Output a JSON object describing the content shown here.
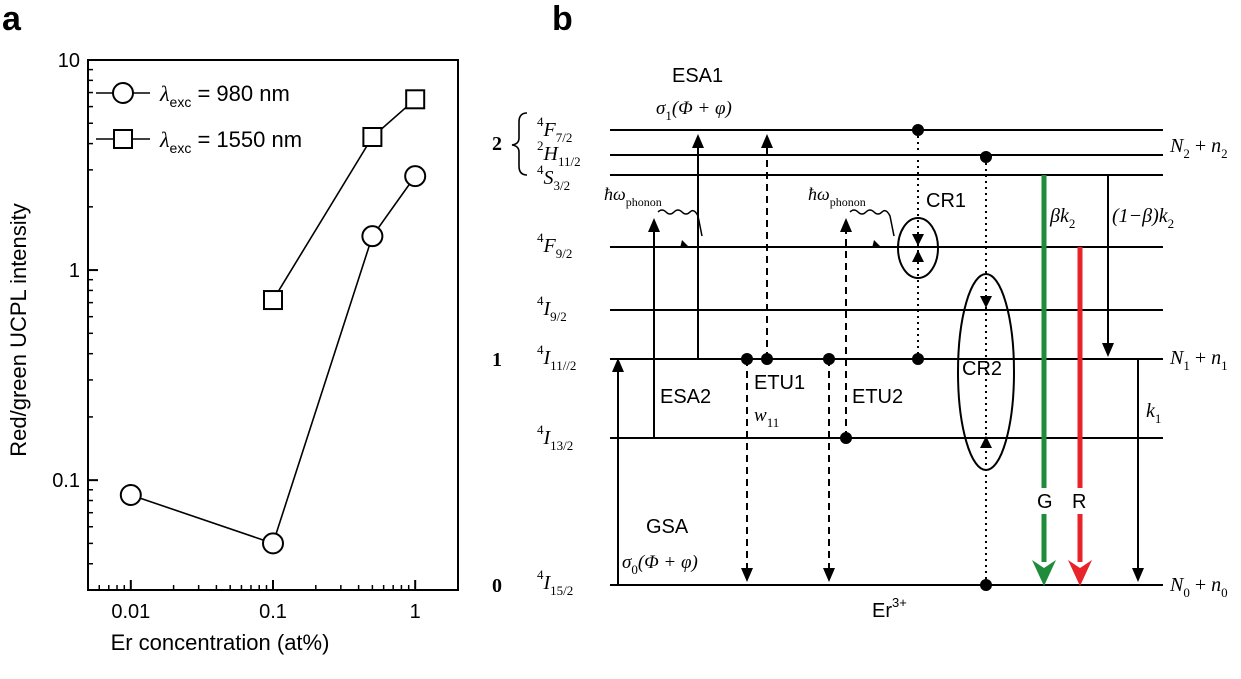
{
  "panels": {
    "a": "a",
    "b": "b"
  },
  "chart_data": {
    "type": "scatter",
    "title": "",
    "xlabel": "Er concentration (at%)",
    "ylabel": "Red/green UCPL intensity",
    "x_scale": "log",
    "y_scale": "log",
    "xlim": [
      0.005,
      2.0
    ],
    "ylim": [
      0.03,
      10
    ],
    "x_ticks": [
      0.01,
      0.1,
      1
    ],
    "x_tick_labels": [
      "0.01",
      "0.1",
      "1"
    ],
    "y_ticks": [
      0.1,
      1,
      10
    ],
    "y_tick_labels": [
      "0.1",
      "1",
      "10"
    ],
    "grid": false,
    "legend_position": "top-left",
    "series": [
      {
        "name_prefix": "λ",
        "name_sub": "exc",
        "name_suffix": " = 980 nm",
        "marker": "circle",
        "x": [
          0.01,
          0.1,
          0.5,
          1.0
        ],
        "y": [
          0.085,
          0.05,
          1.45,
          2.8
        ]
      },
      {
        "name_prefix": "λ",
        "name_sub": "exc",
        "name_suffix": " = 1550 nm",
        "marker": "square",
        "x": [
          0.1,
          0.5,
          1.0
        ],
        "y": [
          0.72,
          4.3,
          6.5
        ]
      }
    ]
  },
  "diagram": {
    "levels": [
      {
        "id": "F72",
        "sup": "4",
        "base": "F",
        "sub": "7/2"
      },
      {
        "id": "H112",
        "sup": "2",
        "base": "H",
        "sub": "11/2"
      },
      {
        "id": "S32",
        "sup": "4",
        "base": "S",
        "sub": "3/2"
      },
      {
        "id": "F92",
        "sup": "4",
        "base": "F",
        "sub": "9/2"
      },
      {
        "id": "I92",
        "sup": "4",
        "base": "I",
        "sub": "9/2"
      },
      {
        "id": "I112",
        "sup": "4",
        "base": "I",
        "sub": "11//2"
      },
      {
        "id": "I132",
        "sup": "4",
        "base": "I",
        "sub": "13/2"
      },
      {
        "id": "I152",
        "sup": "4",
        "base": "I",
        "sub": "15/2"
      }
    ],
    "level_numbers": {
      "two": "2",
      "one": "1",
      "zero": "0"
    },
    "populations": {
      "n2": {
        "N": "N",
        "Nsub": "2",
        "plus": " + ",
        "n": "n",
        "nsub": "2"
      },
      "n1": {
        "N": "N",
        "Nsub": "1",
        "plus": " + ",
        "n": "n",
        "nsub": "1"
      },
      "n0": {
        "N": "N",
        "Nsub": "0",
        "plus": " + ",
        "n": "n",
        "nsub": "0"
      }
    },
    "labels": {
      "esa1": "ESA1",
      "esa2": "ESA2",
      "etu1": "ETU1",
      "etu2": "ETU2",
      "cr1": "CR1",
      "cr2": "CR2",
      "gsa": "GSA",
      "green": "G",
      "red": "R",
      "ion": "Er",
      "ion_charge": "3+",
      "hbar": "ħω",
      "phonon": "phonon",
      "sigma": "σ",
      "sigma1_sub": "1",
      "sigma0_sub": "0",
      "rate_args": "(Φ + φ)",
      "w": "w",
      "w_sub": "11",
      "beta_k": "βk",
      "beta_k_sub": "2",
      "one_minus_beta": "(1−β)k",
      "one_minus_beta_sub": "2",
      "k": "k",
      "k1_sub": "1"
    },
    "colors": {
      "green": "#1e8c3a",
      "red": "#e8232a",
      "line": "#000000"
    }
  }
}
